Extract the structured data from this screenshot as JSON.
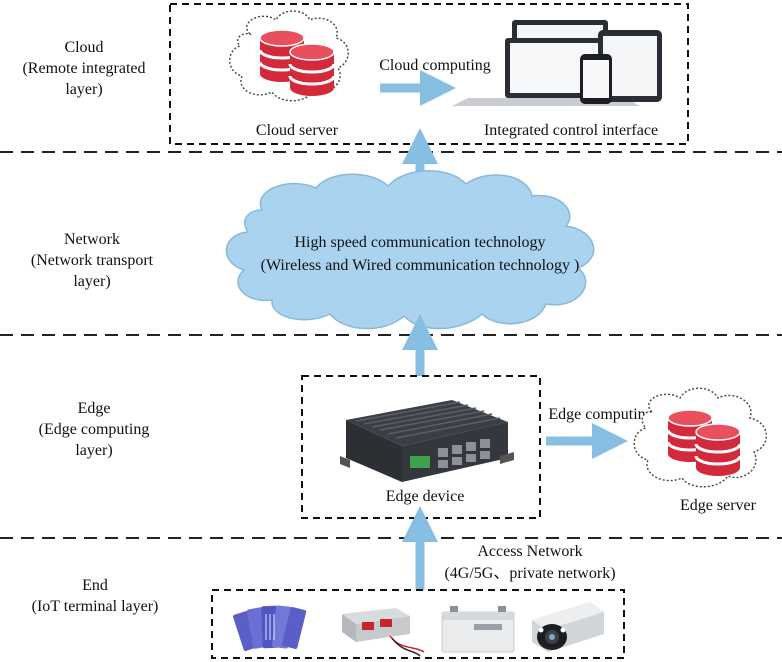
{
  "layers": [
    {
      "name": "Cloud",
      "desc": "(Remote integrated",
      "desc2": "layer)"
    },
    {
      "name": "Network",
      "desc": "(Network transport",
      "desc2": "layer)"
    },
    {
      "name": "Edge",
      "desc": "(Edge computing",
      "desc2": "layer)"
    },
    {
      "name": "End",
      "desc": "(IoT terminal layer)",
      "desc2": ""
    }
  ],
  "cloud": {
    "cloud_computing": "Cloud computing",
    "cloud_server": "Cloud server",
    "interface": "Integrated control interface"
  },
  "network": {
    "line1": "High speed communication technology",
    "line2": "(Wireless and Wired communication technology )"
  },
  "edge": {
    "edge_computing": "Edge computing",
    "edge_device": "Edge device",
    "edge_server": "Edge server"
  },
  "access": {
    "line1": "Access Network",
    "line2": "(4G/5G、private network)"
  },
  "colors": {
    "arrow": "#87bfe3",
    "cloud_fill": "#a9d3ef",
    "cloud_stroke": "#8bb8d8",
    "db_red": "#d3293a"
  }
}
